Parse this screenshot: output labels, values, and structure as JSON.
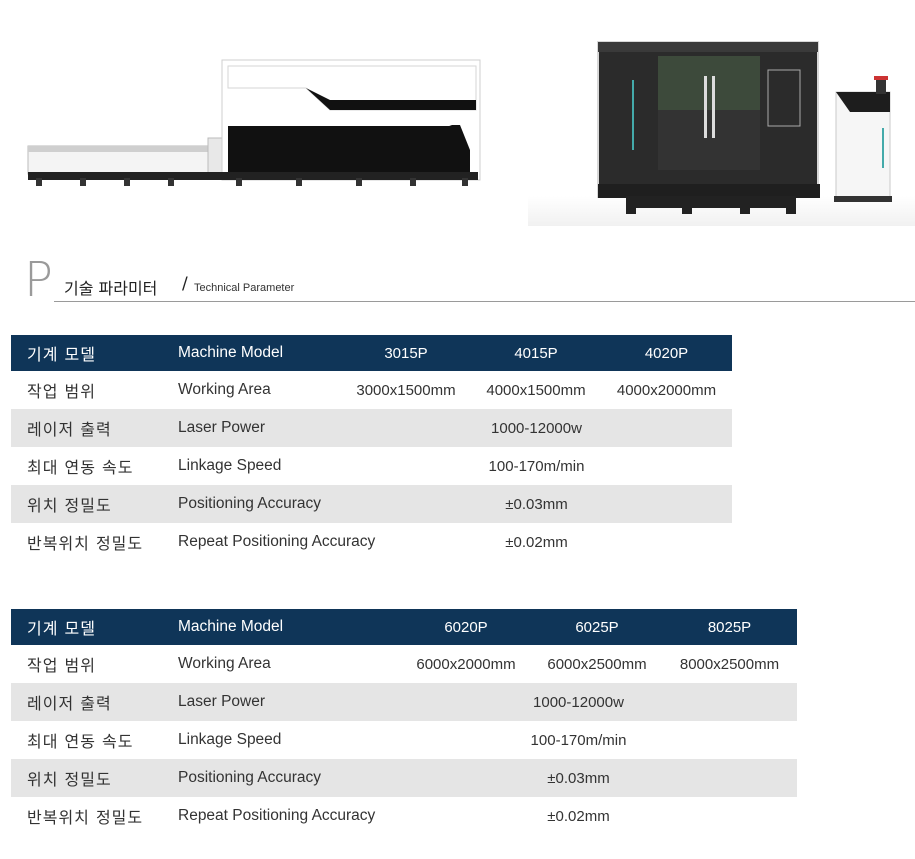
{
  "section": {
    "letter": "P",
    "title_ko": "기술 파라미터",
    "slash": "/",
    "title_en": "Technical Parameter"
  },
  "tables": [
    {
      "header": {
        "ko": "기계 모델",
        "en": "Machine Model",
        "models": [
          "3015P",
          "4015P",
          "4020P"
        ]
      },
      "rows": [
        {
          "ko": "작업 범위",
          "en": "Working Area",
          "values": [
            "3000x1500mm",
            "4000x1500mm",
            "4000x2000mm"
          ]
        },
        {
          "ko": "레이저 출력",
          "en": "Laser Power",
          "value": "1000-12000w"
        },
        {
          "ko": "최대 연동 속도",
          "en": "Linkage Speed",
          "value": "100-170m/min"
        },
        {
          "ko": "위치 정밀도",
          "en": "Positioning Accuracy",
          "value": "±0.03mm"
        },
        {
          "ko": "반복위치 정밀도",
          "en": "Repeat Positioning Accuracy",
          "value": "±0.02mm"
        }
      ]
    },
    {
      "header": {
        "ko": "기계 모델",
        "en": "Machine Model",
        "models": [
          "6020P",
          "6025P",
          "8025P"
        ]
      },
      "rows": [
        {
          "ko": "작업 범위",
          "en": "Working Area",
          "values": [
            "6000x2000mm",
            "6000x2500mm",
            "8000x2500mm"
          ]
        },
        {
          "ko": "레이저 출력",
          "en": "Laser Power",
          "value": "1000-12000w"
        },
        {
          "ko": "최대 연동 속도",
          "en": "Linkage Speed",
          "value": "100-170m/min"
        },
        {
          "ko": "위치 정밀도",
          "en": "Positioning Accuracy",
          "value": "±0.03mm"
        },
        {
          "ko": "반복위치 정밀도",
          "en": "Repeat Positioning Accuracy",
          "value": "±0.02mm"
        }
      ]
    }
  ],
  "colors": {
    "header_bg": "#0f3558",
    "shade_bg": "#e5e5e5",
    "rule": "#9a9a9a"
  }
}
